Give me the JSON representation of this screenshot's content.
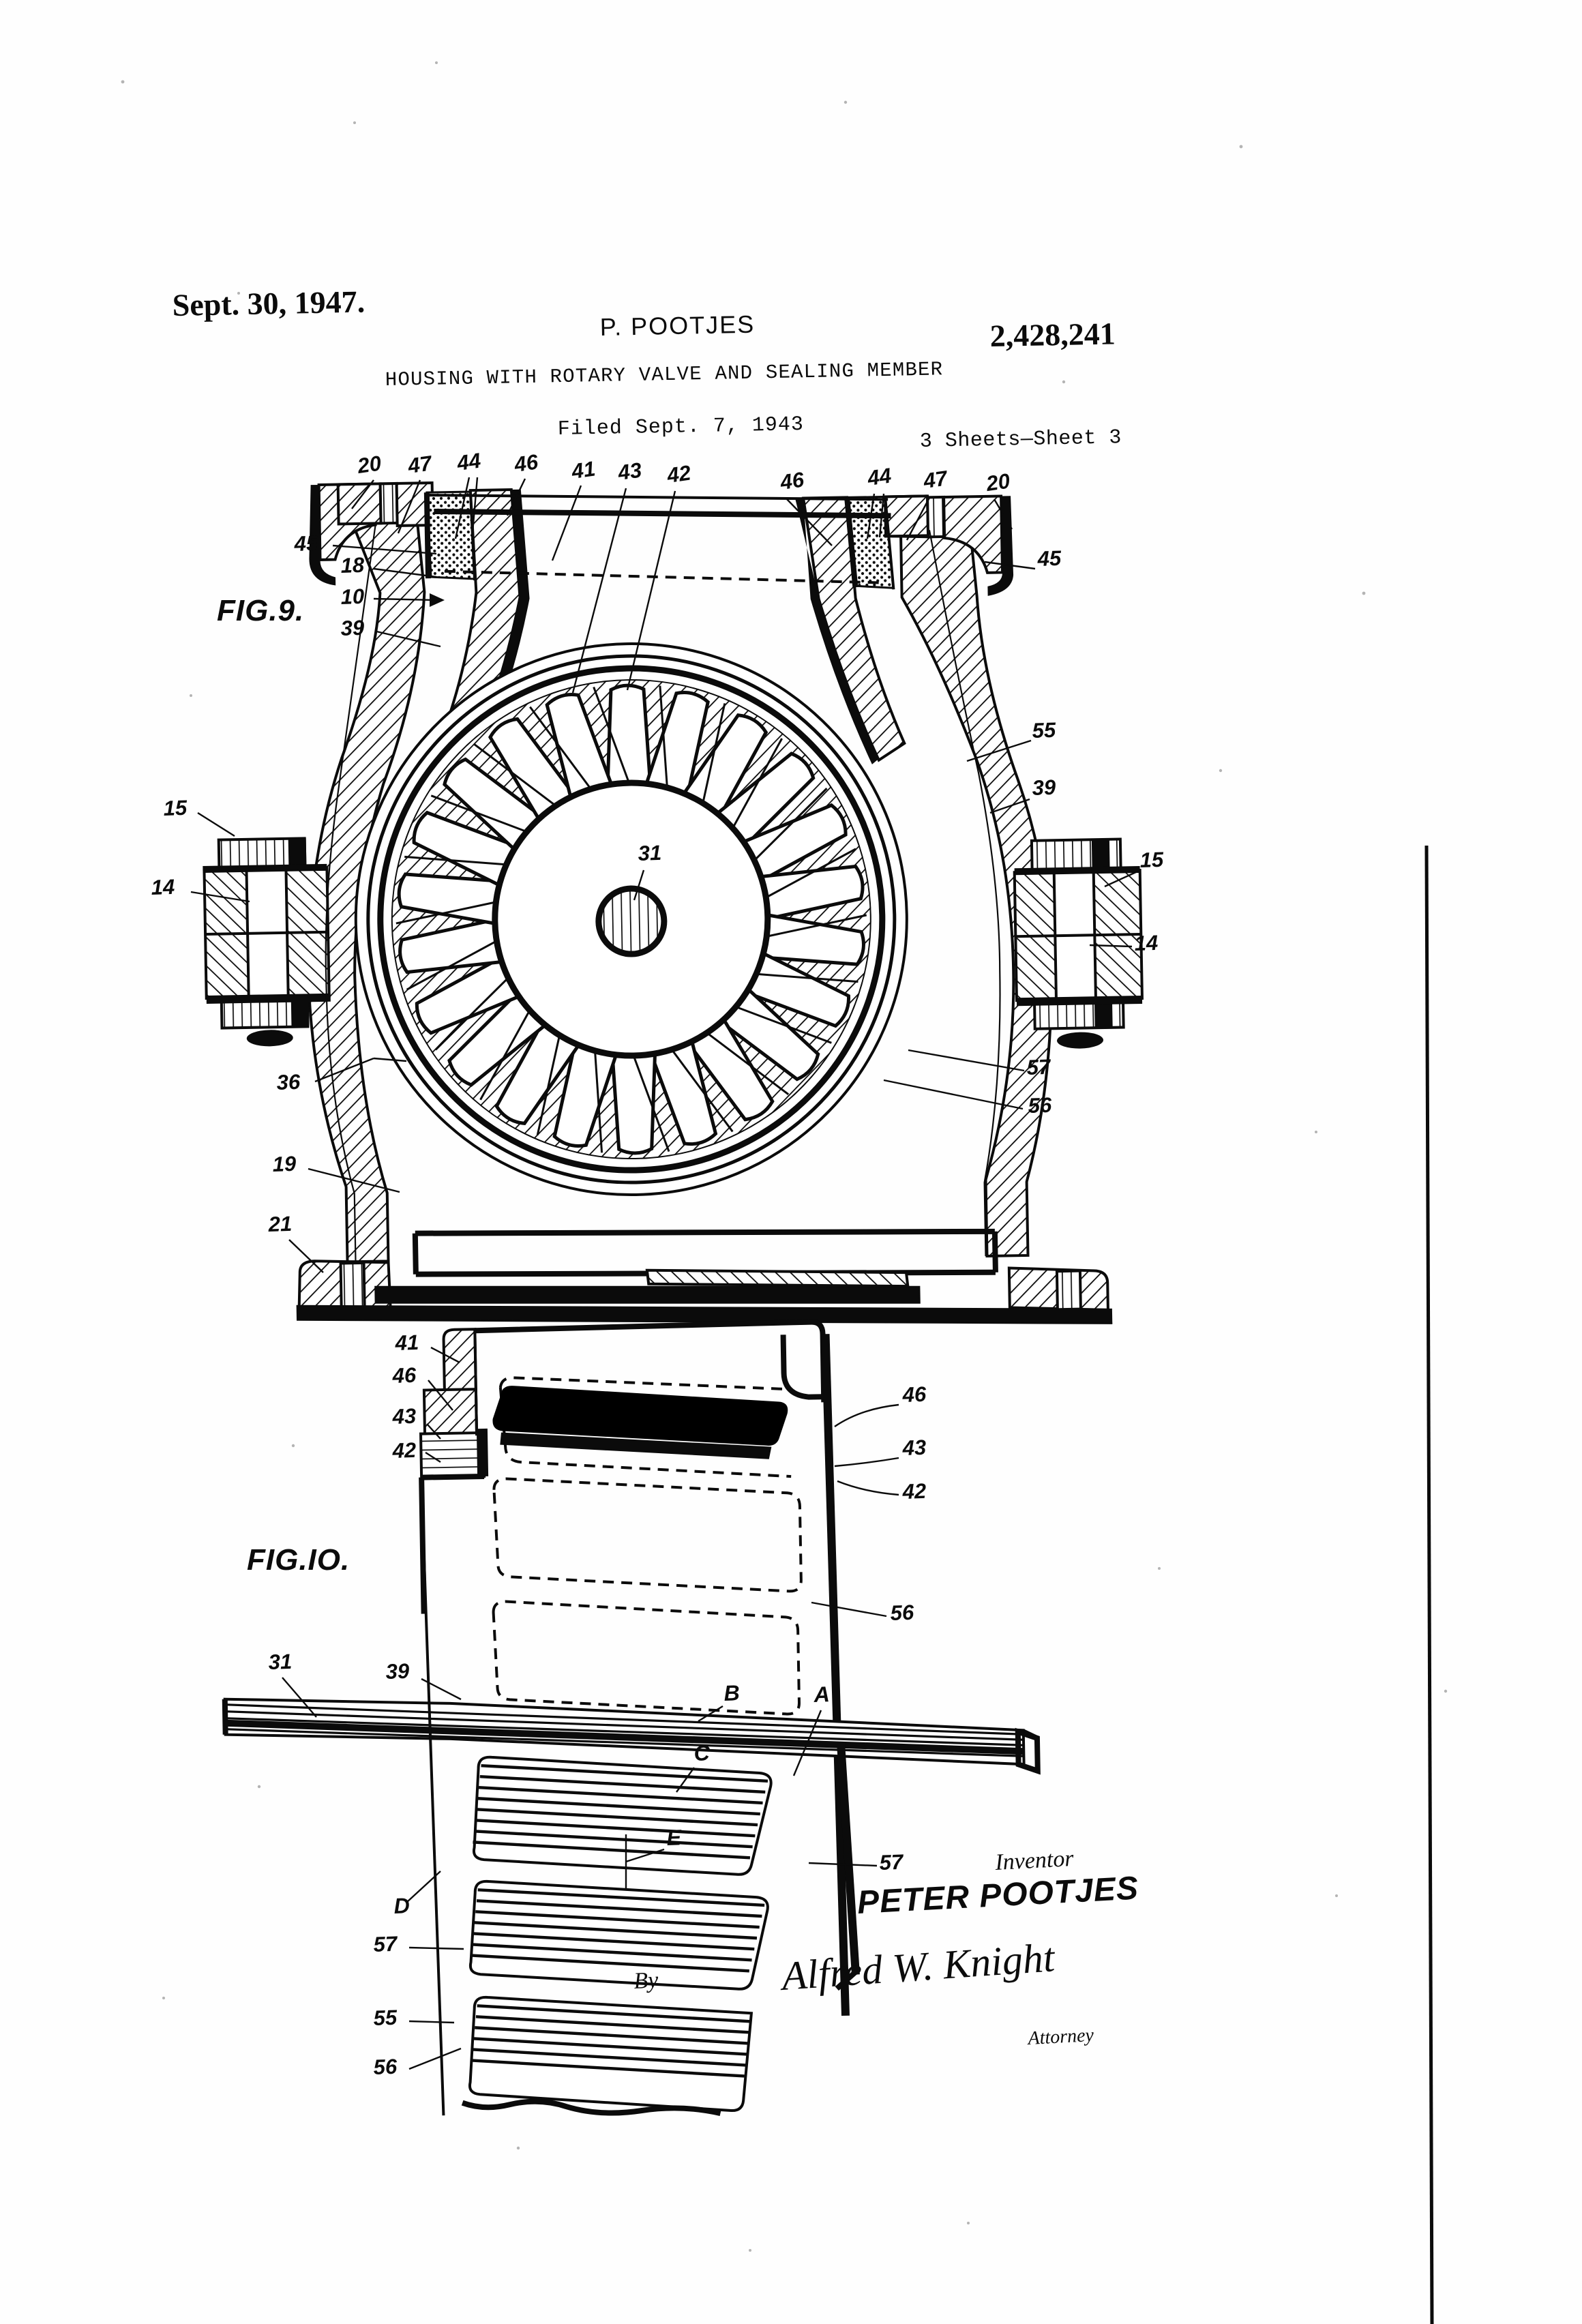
{
  "header": {
    "date": "Sept. 30, 1947.",
    "inventor_short": "P. POOTJES",
    "patent_number": "2,428,241",
    "title": "HOUSING WITH ROTARY VALVE AND SEALING MEMBER",
    "filed": "Filed Sept. 7, 1943",
    "sheets": "3 Sheets—Sheet 3"
  },
  "figures": [
    {
      "id": "fig9",
      "label": "FIG.9."
    },
    {
      "id": "fig10",
      "label": "FIG.IO."
    }
  ],
  "fig9_refs": {
    "top": [
      "20",
      "47",
      "44",
      "46",
      "41",
      "43",
      "42",
      "46",
      "44",
      "47",
      "20"
    ],
    "left": [
      "45",
      "18",
      "10",
      "39",
      "15",
      "14",
      "36",
      "19",
      "21"
    ],
    "right": [
      "45",
      "55",
      "39",
      "15",
      "14",
      "57",
      "56"
    ],
    "center": [
      "31"
    ]
  },
  "fig10_refs": {
    "left": [
      "41",
      "46",
      "43",
      "42",
      "31",
      "39",
      "D",
      "57",
      "55",
      "56"
    ],
    "right": [
      "46",
      "43",
      "42",
      "56",
      "57"
    ],
    "interior_letters": [
      "A",
      "B",
      "C",
      "D",
      "E"
    ]
  },
  "labels": {
    "n10": "10",
    "n14": "14",
    "n15": "15",
    "n18": "18",
    "n19": "19",
    "n20": "20",
    "n21": "21",
    "n31": "31",
    "n36": "36",
    "n39": "39",
    "n41": "41",
    "n42": "42",
    "n43": "43",
    "n44": "44",
    "n45": "45",
    "n46": "46",
    "n47": "47",
    "n55": "55",
    "n56": "56",
    "n57": "57",
    "lA": "A",
    "lB": "B",
    "lC": "C",
    "lD": "D",
    "lE": "E"
  },
  "signature": {
    "inventor_word": "Inventor",
    "inventor_name": "PETER POOTJES",
    "by_word": "By",
    "attorney_signature": "Alfred W. Knight",
    "attorney_word": "Attorney"
  },
  "colors": {
    "ink": "#0b0b0b",
    "paper": "#fefefe"
  }
}
